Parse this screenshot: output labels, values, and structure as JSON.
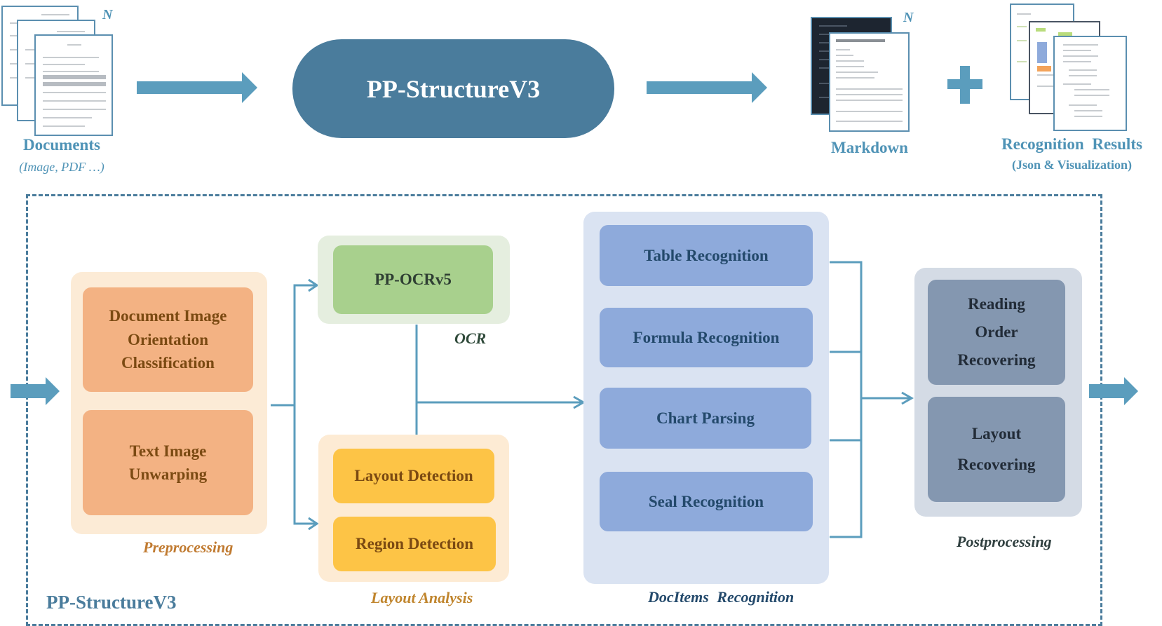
{
  "top": {
    "input": {
      "label": "Documents",
      "sublabel": "(Image, PDF …)",
      "count_marker": "N"
    },
    "pipeline": {
      "label": "PP-StructureV3"
    },
    "output_markdown": {
      "label": "Markdown",
      "count_marker": "N"
    },
    "plus_sign": "+",
    "output_results": {
      "label": "Recognition Results",
      "sublabel": "(Json & Visualization)"
    }
  },
  "container": {
    "title": "PP-StructureV3"
  },
  "stages": {
    "preprocessing": {
      "label": "Preprocessing",
      "modules": [
        "Document Image\nOrientation\nClassification",
        "Text Image\nUnwarping"
      ]
    },
    "ocr": {
      "label": "OCR",
      "modules": [
        "PP-OCRv5"
      ]
    },
    "layout_analysis": {
      "label": "Layout Analysis",
      "modules": [
        "Layout Detection",
        "Region Detection"
      ]
    },
    "docitems": {
      "label": "DocItems Recognition",
      "modules": [
        "Table Recognition",
        "Formula Recognition",
        "Chart Parsing",
        "Seal Recognition"
      ]
    },
    "postprocessing": {
      "label": "Postprocessing",
      "modules": [
        "Reading\nOrder\nRecovering",
        "Layout\nRecovering"
      ]
    }
  },
  "colors": {
    "accent": "#4f93b6",
    "pipeline_fill": "#4a7c9c",
    "preprocessing_outer": "#fcebd6",
    "preprocessing_inner": "#f3b283",
    "preprocessing_text": "#7b4a12",
    "ocr_outer": "#e5eedf",
    "ocr_inner": "#a8d08d",
    "layout_outer": "#fdebd4",
    "layout_inner": "#fdc446",
    "docitems_outer": "#dae3f2",
    "docitems_inner": "#8eaadb",
    "docitems_text": "#23496b",
    "post_outer": "#d4dbe5",
    "post_inner": "#8497b0",
    "post_text": "#222c38"
  }
}
